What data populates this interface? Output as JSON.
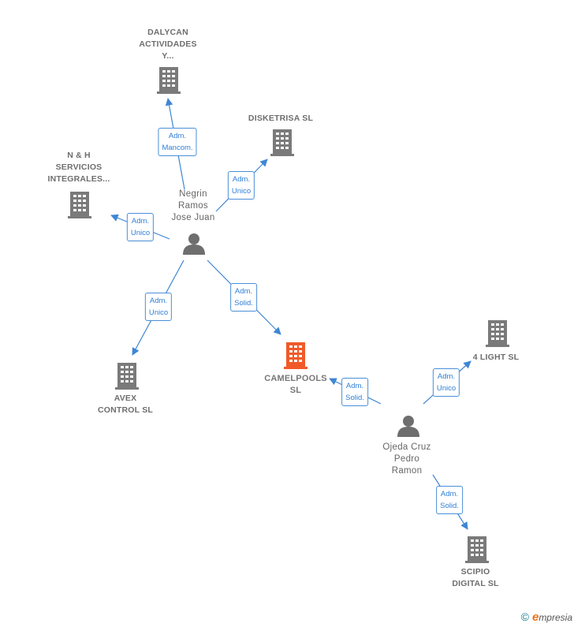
{
  "nodes": {
    "dalycan": {
      "lines": [
        "DALYCAN",
        "ACTIVIDADES",
        "Y..."
      ]
    },
    "disketrisa": {
      "lines": [
        "DISKETRISA SL"
      ]
    },
    "nh": {
      "lines": [
        "N & H",
        "SERVICIOS",
        "INTEGRALES..."
      ]
    },
    "negrin": {
      "lines": [
        "Negrin",
        "Ramos",
        "Jose Juan"
      ]
    },
    "avex": {
      "lines": [
        "AVEX",
        "CONTROL  SL"
      ]
    },
    "camelpools": {
      "lines": [
        "CAMELPOOLS",
        "SL"
      ]
    },
    "light4": {
      "lines": [
        "4 LIGHT  SL"
      ]
    },
    "ojeda": {
      "lines": [
        "Ojeda Cruz",
        "Pedro",
        "Ramon"
      ]
    },
    "scipio": {
      "lines": [
        "SCIPIO",
        "DIGITAL  SL"
      ]
    }
  },
  "edges": {
    "e1": {
      "lines": [
        "Adm.",
        "Mancom."
      ]
    },
    "e2": {
      "lines": [
        "Adm.",
        "Unico"
      ]
    },
    "e3": {
      "lines": [
        "Adm.",
        "Unico"
      ]
    },
    "e4": {
      "lines": [
        "Adm.",
        "Unico"
      ]
    },
    "e5": {
      "lines": [
        "Adm.",
        "Solid."
      ]
    },
    "e6": {
      "lines": [
        "Adm.",
        "Solid."
      ]
    },
    "e7": {
      "lines": [
        "Adm.",
        "Unico"
      ]
    },
    "e8": {
      "lines": [
        "Adm.",
        "Solid."
      ]
    }
  },
  "colors": {
    "building": "#7a7a7a",
    "building_center": "#f05a28",
    "person": "#6e6e6e",
    "edge_line": "#3e86d4",
    "edge_text": "#2f7fd6"
  },
  "icons": {
    "company": "building-icon",
    "person": "person-icon"
  },
  "footer": {
    "copyright": "©",
    "brand_e": "e",
    "brand_rest": "mpresia"
  }
}
